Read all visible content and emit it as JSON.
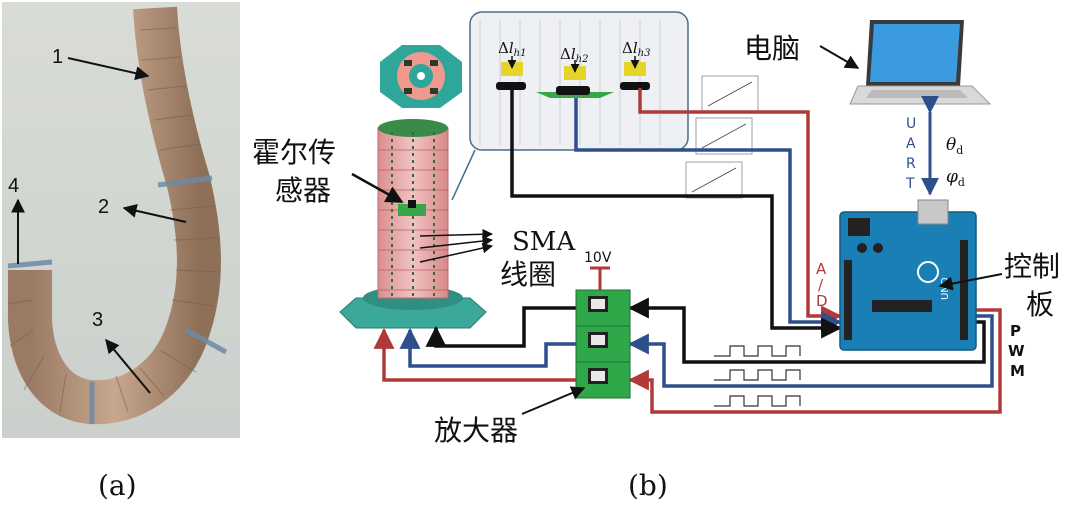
{
  "photo_panel": {
    "labels": [
      "1",
      "2",
      "3",
      "4"
    ],
    "caption": "(a)"
  },
  "schematic_panel": {
    "caption": "(b)",
    "hall_sensor_label_line1": "霍尔传",
    "hall_sensor_label_line2": "感器",
    "sma_label_line1": "SMA",
    "sma_label_line2": "线圈",
    "computer_label": "电脑",
    "controller_label_line1": "控制",
    "controller_label_line2": "板",
    "amplifier_label": "放大器",
    "voltage_label": "10V",
    "uart_letters": [
      "U",
      "A",
      "R",
      "T"
    ],
    "ad_letters": [
      "A",
      "/",
      "D"
    ],
    "pwm_letters": [
      "P",
      "W",
      "M"
    ],
    "theta_label": "θ",
    "phi_label": "φ",
    "subscript_d": "d",
    "delta_labels": [
      {
        "sym": "Δ",
        "var": "l",
        "sub": "h1"
      },
      {
        "sym": "Δ",
        "var": "l",
        "sub": "h2"
      },
      {
        "sym": "Δ",
        "var": "l",
        "sub": "h3"
      }
    ],
    "board_text": "UNO"
  },
  "colors": {
    "wire_red": "#b03a3a",
    "wire_blue": "#2e4f8c",
    "wire_black": "#111111",
    "amp_green": "#2fa84a",
    "board_blue": "#1a7fb5",
    "sleeve_pink": "#e8a6a6",
    "base_teal": "#3aa99a",
    "sensor_yellow": "#e6d42a"
  }
}
